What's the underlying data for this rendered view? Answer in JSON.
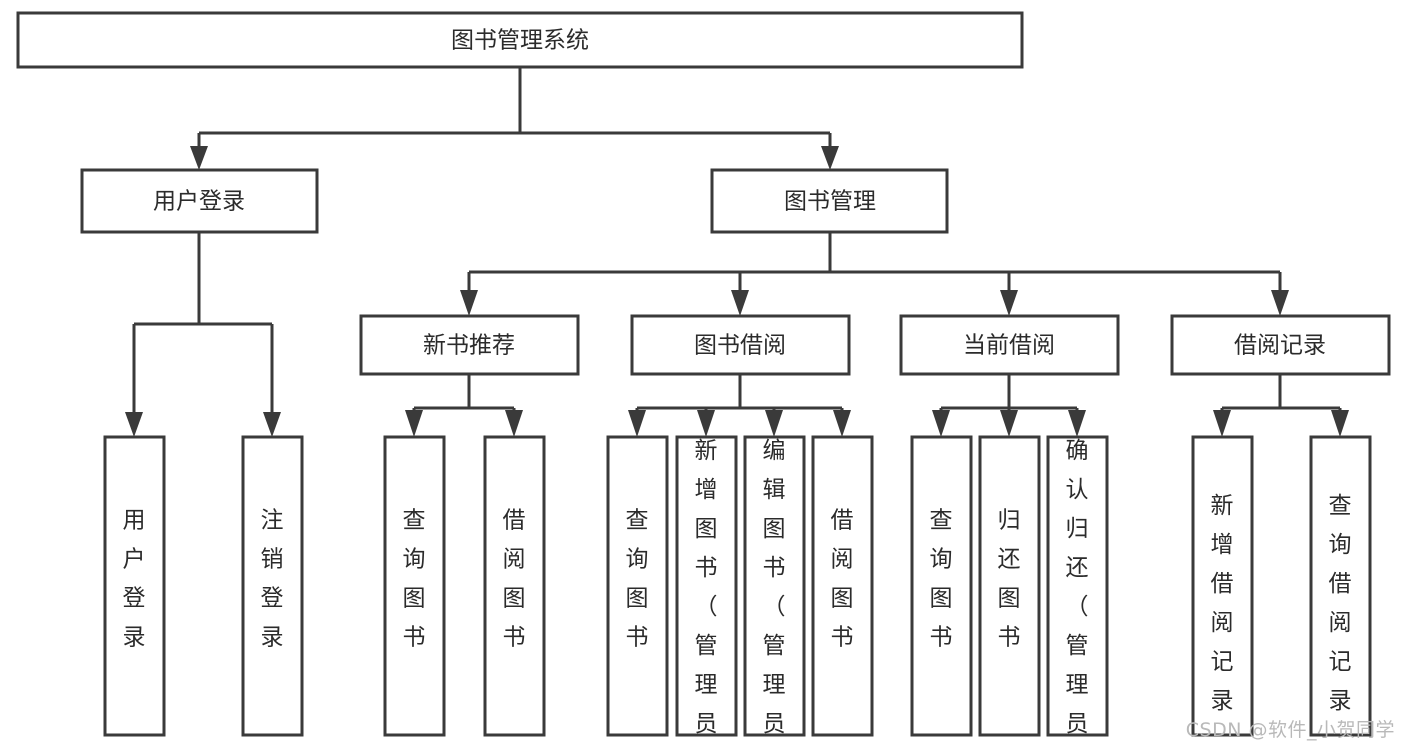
{
  "diagram": {
    "type": "tree-hierarchy",
    "title_node": "图书管理系统",
    "watermark": "CSDN @软件_小贺同学",
    "theme": {
      "background": "#ffffff",
      "stroke": "#3a3a3a",
      "fill": "#ffffff",
      "text": "#2b2b2b",
      "watermark_color": "#b9b9b9"
    },
    "levels": {
      "root": {
        "label": "图书管理系统"
      },
      "level2": [
        {
          "label": "用户登录"
        },
        {
          "label": "图书管理"
        }
      ],
      "level3": [
        {
          "label": "新书推荐"
        },
        {
          "label": "图书借阅"
        },
        {
          "label": "当前借阅"
        },
        {
          "label": "借阅记录"
        }
      ],
      "leaves": {
        "user_login": [
          {
            "label": "用户登录"
          },
          {
            "label": "注销登录"
          }
        ],
        "new_book_recommend": [
          {
            "label": "查询图书"
          },
          {
            "label": "借阅图书"
          }
        ],
        "book_borrow": [
          {
            "label": "查询图书"
          },
          {
            "label": "新增图书（管理员）"
          },
          {
            "label": "编辑图书（管理员）"
          },
          {
            "label": "借阅图书"
          }
        ],
        "current_borrow": [
          {
            "label": "查询图书"
          },
          {
            "label": "归还图书"
          },
          {
            "label": "确认归还（管理员）"
          }
        ],
        "borrow_record": [
          {
            "label": "新增借阅记录"
          },
          {
            "label": "查询借阅记录"
          }
        ]
      }
    },
    "edges": [
      {
        "from": "图书管理系统",
        "to": "用户登录"
      },
      {
        "from": "图书管理系统",
        "to": "图书管理"
      },
      {
        "from": "图书管理",
        "to": "新书推荐"
      },
      {
        "from": "图书管理",
        "to": "图书借阅"
      },
      {
        "from": "图书管理",
        "to": "当前借阅"
      },
      {
        "from": "图书管理",
        "to": "借阅记录"
      },
      {
        "from": "用户登录",
        "to": "用户登录"
      },
      {
        "from": "用户登录",
        "to": "注销登录"
      },
      {
        "from": "新书推荐",
        "to": "查询图书"
      },
      {
        "from": "新书推荐",
        "to": "借阅图书"
      },
      {
        "from": "图书借阅",
        "to": "查询图书"
      },
      {
        "from": "图书借阅",
        "to": "新增图书（管理员）"
      },
      {
        "from": "图书借阅",
        "to": "编辑图书（管理员）"
      },
      {
        "from": "图书借阅",
        "to": "借阅图书"
      },
      {
        "from": "当前借阅",
        "to": "查询图书"
      },
      {
        "from": "当前借阅",
        "to": "归还图书"
      },
      {
        "from": "当前借阅",
        "to": "确认归还（管理员）"
      },
      {
        "from": "借阅记录",
        "to": "新增借阅记录"
      },
      {
        "from": "借阅记录",
        "to": "查询借阅记录"
      }
    ]
  }
}
